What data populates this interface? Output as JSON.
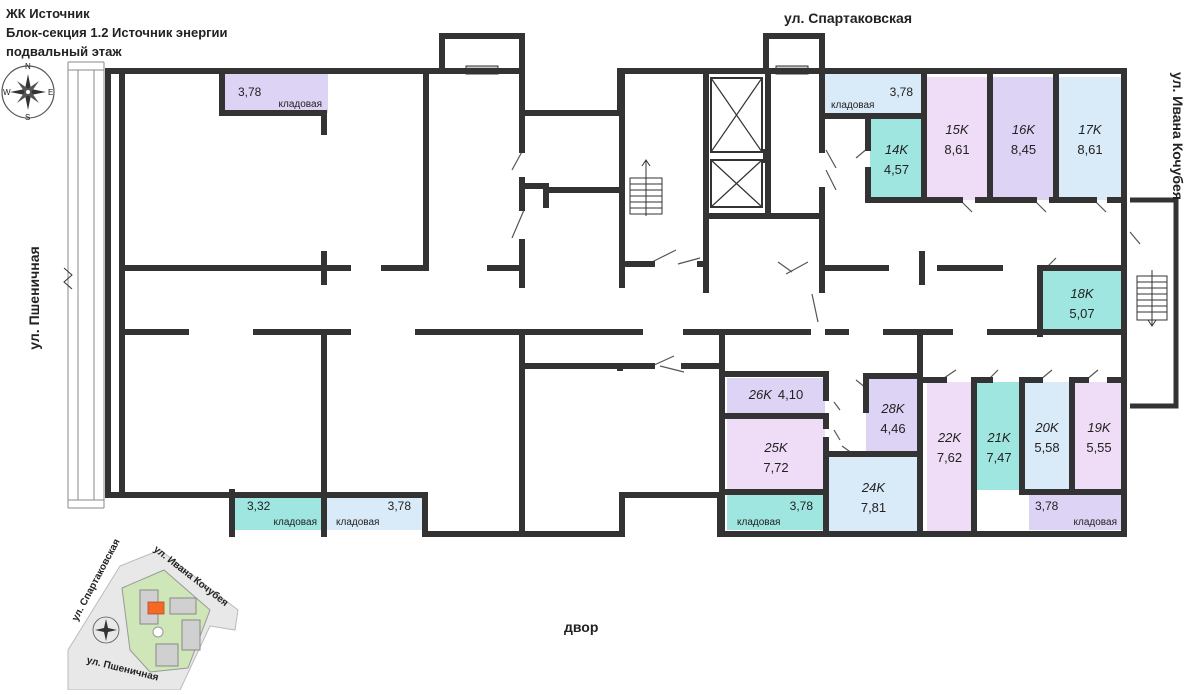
{
  "header": {
    "complex": "ЖК Источник",
    "section": "Блок-секция 1.2 Источник энергии",
    "floor": "подвальный этаж"
  },
  "streets": {
    "spartakovskaya": "ул. Спартаковская",
    "ivana_kochubeya": "ул. Ивана Кочубея",
    "pshenichnaya": "ул. Пшеничная",
    "yard": "двор"
  },
  "minimap": {
    "spartakovskaya": "ул. Спартаковская",
    "ivana_kochubeya": "ул. Ивана Кочубея",
    "pshenichnaya": "ул. Пшеничная"
  },
  "compass": {
    "n": "N",
    "s": "S",
    "e": "E",
    "w": "W"
  },
  "storage_label": "кладовая",
  "units": [
    {
      "id": "14K",
      "area": "4,57",
      "color": "#9fe5e0"
    },
    {
      "id": "15K",
      "area": "8,61",
      "color": "#efdcf7"
    },
    {
      "id": "16K",
      "area": "8,45",
      "color": "#ddd3f5"
    },
    {
      "id": "17K",
      "area": "8,61",
      "color": "#d9eaf8"
    },
    {
      "id": "18K",
      "area": "5,07",
      "color": "#9fe5e0"
    },
    {
      "id": "19K",
      "area": "5,55",
      "color": "#efdcf7"
    },
    {
      "id": "20K",
      "area": "5,58",
      "color": "#d9eaf8"
    },
    {
      "id": "21K",
      "area": "7,47",
      "color": "#9fe5e0"
    },
    {
      "id": "22K",
      "area": "7,62",
      "color": "#efdcf7"
    },
    {
      "id": "24K",
      "area": "7,81",
      "color": "#d9eaf8"
    },
    {
      "id": "25K",
      "area": "7,72",
      "color": "#efdcf7"
    },
    {
      "id": "26K",
      "area": "4,10",
      "color": "#ddd3f5"
    },
    {
      "id": "28K",
      "area": "4,46",
      "color": "#ddd3f5"
    }
  ],
  "storages": [
    {
      "area": "3,78",
      "color": "#ddd3f5"
    },
    {
      "area": "3,78",
      "color": "#d9eaf8"
    },
    {
      "area": "3,32",
      "color": "#9fe5e0"
    },
    {
      "area": "3,78",
      "color": "#d9eaf8"
    },
    {
      "area": "3,78",
      "color": "#9fe5e0"
    },
    {
      "area": "3,78",
      "color": "#ddd3f5"
    }
  ]
}
